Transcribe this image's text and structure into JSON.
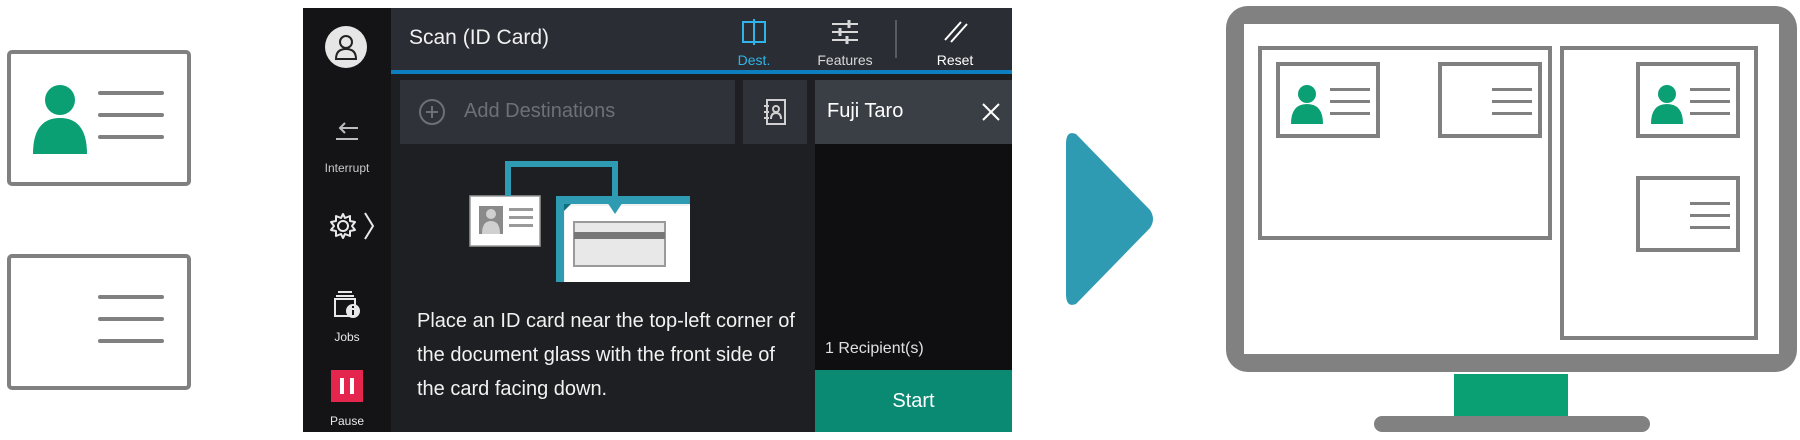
{
  "header": {
    "title": "Scan (ID Card)",
    "dest_label": "Dest.",
    "features_label": "Features",
    "reset_label": "Reset"
  },
  "sidebar": {
    "interrupt_label": "Interrupt",
    "jobs_label": "Jobs",
    "pause_label": "Pause"
  },
  "destinations": {
    "add_label": "Add Destinations",
    "recipient_name": "Fuji Taro",
    "recipient_count": "1 Recipient(s)"
  },
  "instruction": "Place an ID card near the top-left corner of the document glass with the front side of the card facing down.",
  "start_label": "Start",
  "colors": {
    "accent_green": "#0aa074",
    "accent_teal": "#2e9bb3",
    "header_blue": "#0d7fc1",
    "start_green": "#0a8a73",
    "pause_red": "#e4254d"
  },
  "icons": [
    "person-icon",
    "interrupt-icon",
    "gear-icon",
    "chevron-right-icon",
    "jobs-icon",
    "pause-icon",
    "dest-icon",
    "features-icon",
    "reset-icon",
    "plus-circle-icon",
    "address-book-icon",
    "close-icon",
    "arrow-right-icon"
  ]
}
